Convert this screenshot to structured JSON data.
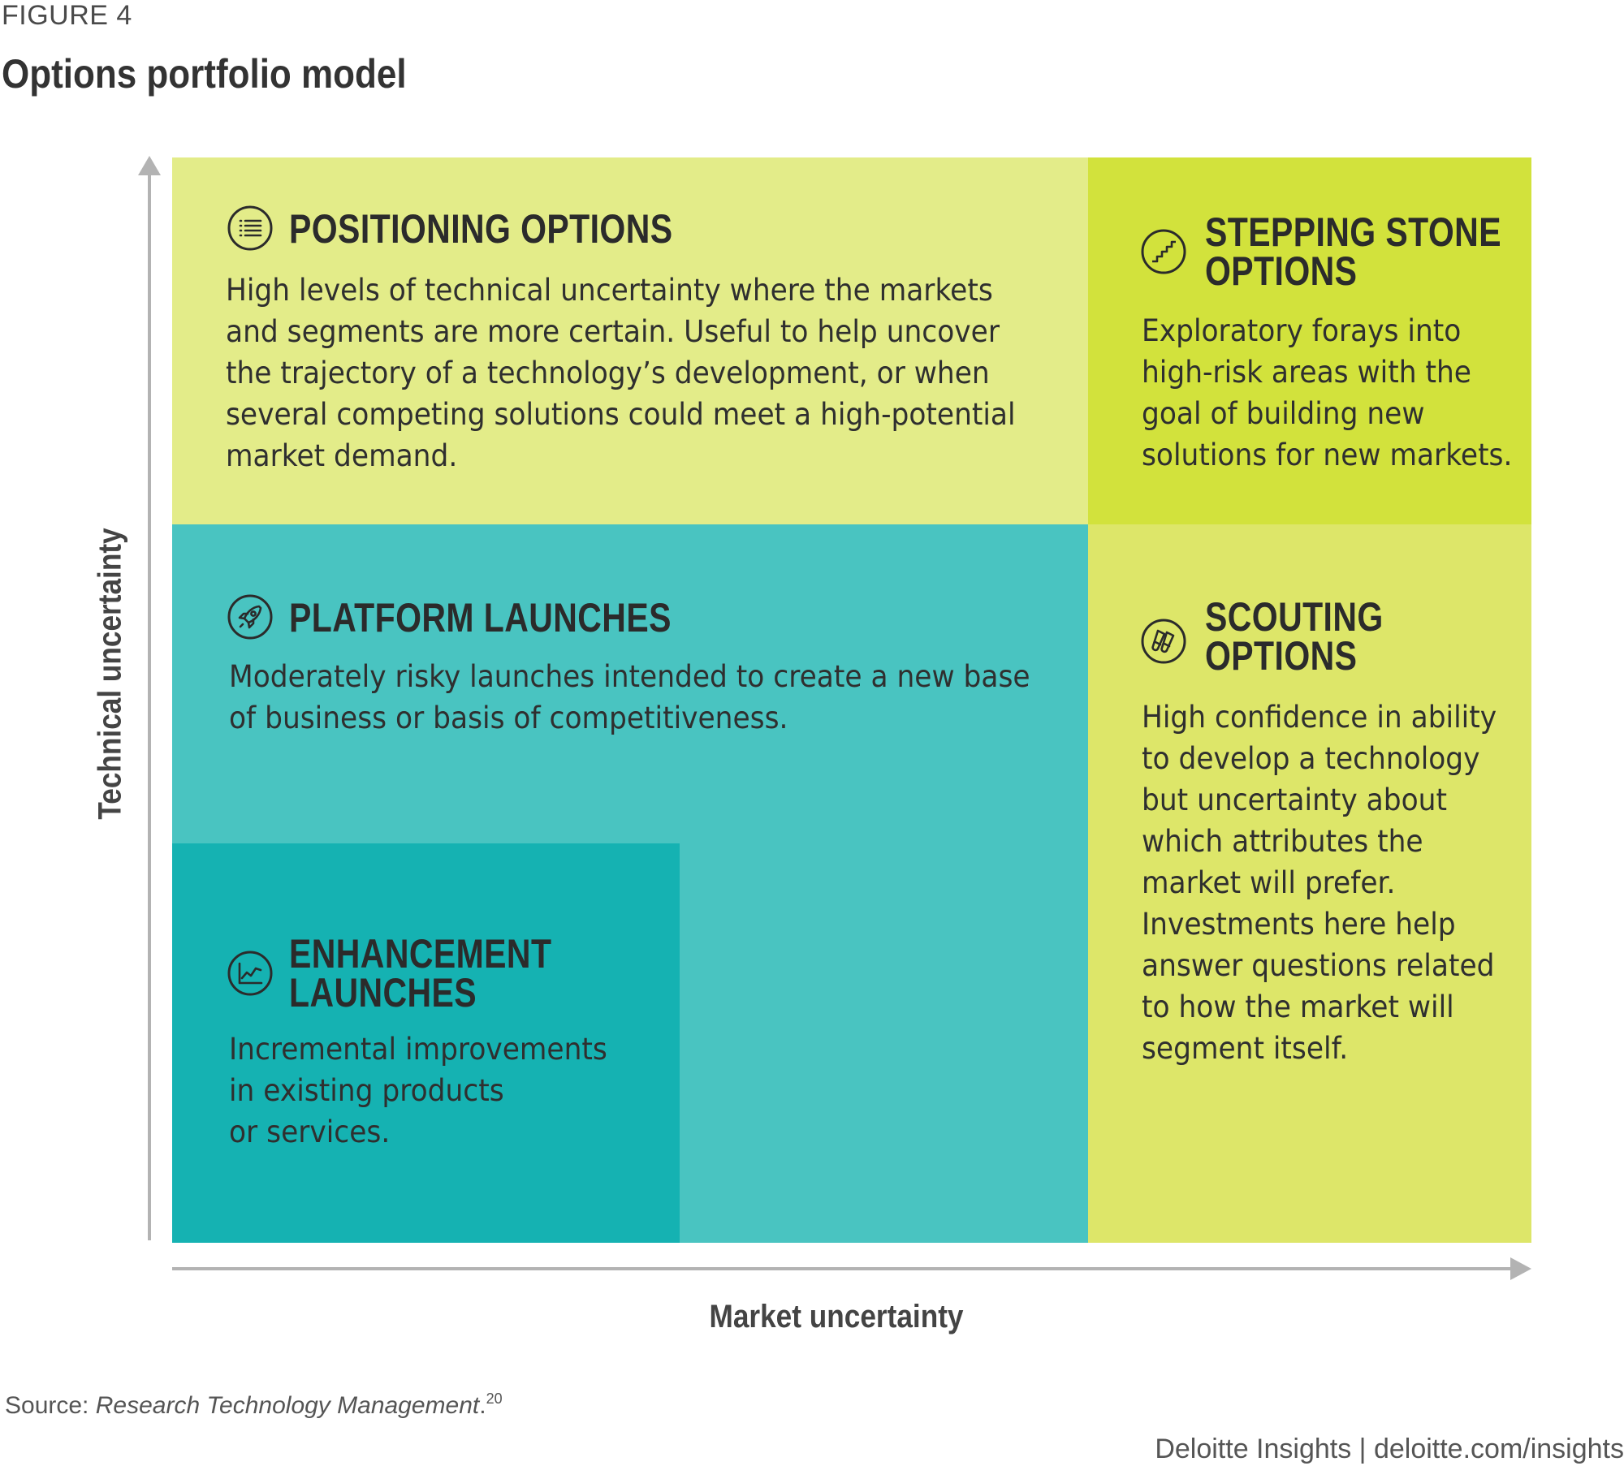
{
  "figure_label": "FIGURE 4",
  "title": "Options portfolio model",
  "axes": {
    "y_label": "Technical uncertainty",
    "x_label": "Market uncertainty"
  },
  "quadrants": {
    "positioning": {
      "heading": "POSITIONING OPTIONS",
      "description": "High levels of technical uncertainty where the markets\nand segments are more certain. Useful to help uncover\nthe trajectory of a technology’s development, or when\nseveral competing solutions could meet a high-potential\nmarket demand.",
      "icon": "list-icon",
      "color": "#e3ec89"
    },
    "stepping_stone": {
      "heading": "STEPPING STONE\nOPTIONS",
      "description": "Exploratory forays into\nhigh-risk areas with the\ngoal of building new\nsolutions for new markets.",
      "icon": "stairs-icon",
      "color": "#d2e23c"
    },
    "platform": {
      "heading": "PLATFORM LAUNCHES",
      "description": "Moderately risky launches intended to create a new base\nof business or basis of competitiveness.",
      "icon": "rocket-icon",
      "color": "#49c4c1"
    },
    "scouting": {
      "heading": "SCOUTING\nOPTIONS",
      "description": "High confidence in ability\nto develop a technology\nbut uncertainty about\nwhich attributes the\nmarket will prefer.\nInvestments here help\nanswer questions related\nto how the market will\nsegment itself.",
      "icon": "test-tubes-icon",
      "color": "#dde669"
    },
    "enhancement": {
      "heading": "ENHANCEMENT\nLAUNCHES",
      "description": "Incremental improvements\nin existing products\nor services.",
      "icon": "line-chart-icon",
      "color": "#15b2b2"
    }
  },
  "source": {
    "prefix": "Source: ",
    "publication": "Research Technology Management",
    "suffix": ".",
    "footnote": "20"
  },
  "credit": "Deloitte Insights | deloitte.com/insights",
  "colors": {
    "axis": "#b3b3b3",
    "icon_stroke": "#2b2b2b"
  }
}
